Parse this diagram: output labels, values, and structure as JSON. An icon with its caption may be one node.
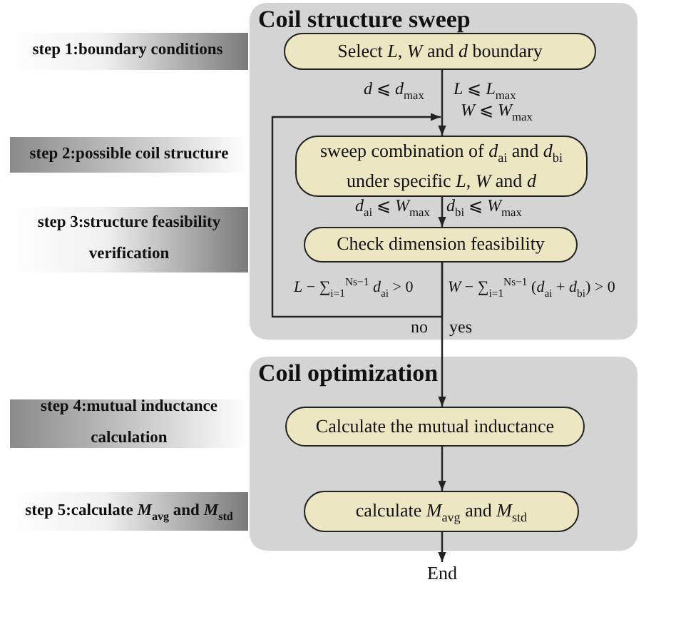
{
  "diagram": {
    "nodes": [
      {
        "text": [
          "Coil structure sweep"
        ]
      },
      {
        "text": [
          "Select *L*, *W* and *d* boundary"
        ],
        "in": 0
      },
      {
        "text": [
          "sweep combination of *d*$_{ai}$ and *d*$_{bi}$ under specific *L*, *W* and *d*"
        ],
        "in": 0
      },
      {
        "text": [
          "Check dimension feasibility"
        ],
        "in": 0
      },
      {
        "text": [
          "Coil optimization"
        ]
      },
      {
        "text": [
          "Calculate the mutual inductance"
        ],
        "in": 4
      },
      {
        "text": [
          "calculate *M*$_{avg}$ and *M*$_{std}$"
        ],
        "in": 4
      },
      {
        "text": [
          "End"
        ]
      },
      {
        "text": [
          "step 1:boundary conditions"
        ]
      },
      {
        "text": [
          "step 2:possible coil structure"
        ]
      },
      {
        "text": [
          "step 3:structure feasibility verification"
        ]
      },
      {
        "text": [
          "step 4:mutual inductance calculation"
        ]
      },
      {
        "text": [
          "step 5:calculate *M*$_{avg}$ and *M*$_{std}$"
        ]
      }
    ],
    "edges": [
      {
        "from": 1,
        "to": 2,
        "arrow": "to"
      },
      {
        "from": 2,
        "to": 3,
        "arrow": "to"
      },
      {
        "from": 3,
        "to": 2,
        "arrow": "to",
        "label": "no"
      },
      {
        "from": 3,
        "to": 5,
        "arrow": "to",
        "label": "yes"
      },
      {
        "from": 5,
        "to": 6,
        "arrow": "to"
      },
      {
        "from": 6,
        "to": 7,
        "arrow": "to"
      }
    ],
    "labels": [
      "*d* ⩽ *d*$_{max}$",
      "*L* ⩽ *L*$_{max}$",
      "*W* ⩽ *W*$_{max}$",
      "*d*$_{ai}$ ⩽ *W*$_{max}$",
      "*d*$_{bi}$ ⩽ *W*$_{max}$",
      "*L* − ∑$_{i=1}$$^{Ns−1}$ *d*$_{ai}$ > 0",
      "*W* − ∑$_{i=1}$$^{Ns−1}$ (*d*$_{ai}$ + *d*$_{bi}$) > 0"
    ]
  }
}
